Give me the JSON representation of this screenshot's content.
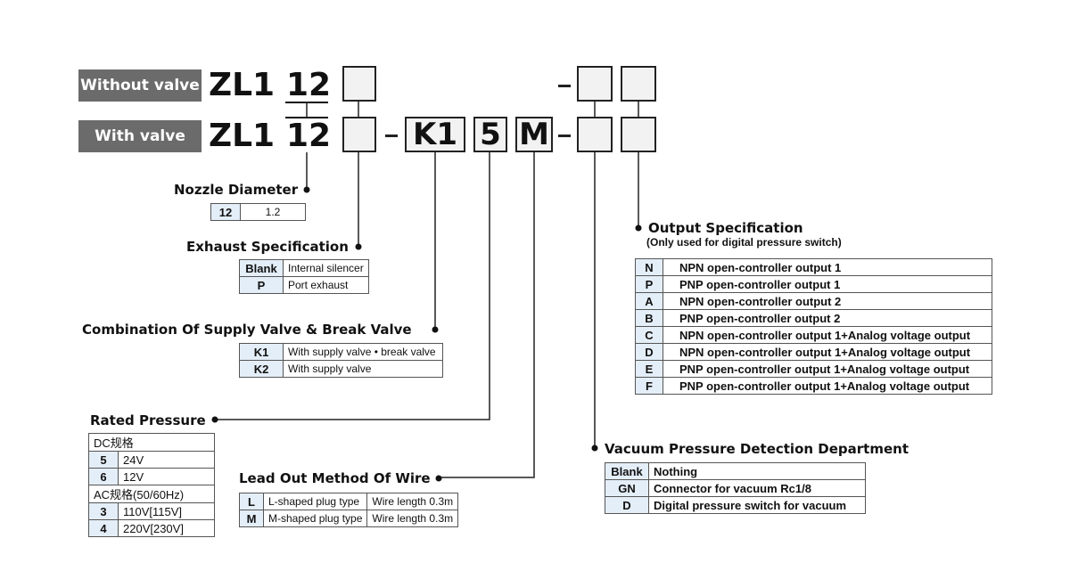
{
  "rows": {
    "without_valve": {
      "tag": "Without valve",
      "model": "ZL1",
      "size": "12"
    },
    "with_valve": {
      "tag": "With valve",
      "model": "ZL1",
      "size": "12",
      "code1": "K1",
      "code2": "5",
      "code3": "M"
    }
  },
  "sections": {
    "nozzle": {
      "title": "Nozzle Diameter",
      "rows": [
        {
          "code": "12",
          "desc": "1.2"
        }
      ]
    },
    "exhaust": {
      "title": "Exhaust Specification",
      "rows": [
        {
          "code": "Blank",
          "desc": "Internal silencer"
        },
        {
          "code": "P",
          "desc": "Port exhaust"
        }
      ]
    },
    "combination": {
      "title": "Combination Of Supply Valve & Break Valve",
      "rows": [
        {
          "code": "K1",
          "desc": "With supply valve • break valve"
        },
        {
          "code": "K2",
          "desc": "With supply valve"
        }
      ]
    },
    "rated": {
      "title": "Rated Pressure",
      "dc_header": "DC规格",
      "dc_rows": [
        {
          "code": "5",
          "desc": "24V"
        },
        {
          "code": "6",
          "desc": "12V"
        }
      ],
      "ac_header": "AC规格(50/60Hz)",
      "ac_rows": [
        {
          "code": "3",
          "desc": "110V[115V]"
        },
        {
          "code": "4",
          "desc": "220V[230V]"
        }
      ]
    },
    "lead": {
      "title": "Lead Out Method Of Wire",
      "rows": [
        {
          "code": "L",
          "desc": "L-shaped plug type",
          "extra": "Wire length 0.3m"
        },
        {
          "code": "M",
          "desc": "M-shaped plug type",
          "extra": "Wire length 0.3m"
        }
      ]
    },
    "output": {
      "title": "Output Specification",
      "subtitle": "(Only used for digital pressure switch)",
      "rows": [
        {
          "code": "N",
          "desc": "NPN open-controller output 1"
        },
        {
          "code": "P",
          "desc": "PNP open-controller output 1"
        },
        {
          "code": "A",
          "desc": "NPN open-controller output 2"
        },
        {
          "code": "B",
          "desc": "PNP open-controller output 2"
        },
        {
          "code": "C",
          "desc": "NPN open-controller output 1+Analog voltage output"
        },
        {
          "code": "D",
          "desc": "NPN open-controller output 1+Analog voltage output"
        },
        {
          "code": "E",
          "desc": "PNP open-controller output 1+Analog voltage output"
        },
        {
          "code": "F",
          "desc": "PNP open-controller output 1+Analog voltage output"
        }
      ]
    },
    "vacuum": {
      "title": "Vacuum Pressure Detection Department",
      "rows": [
        {
          "code": "Blank",
          "desc": "Nothing"
        },
        {
          "code": "GN",
          "desc": "Connector for vacuum Rc1/8"
        },
        {
          "code": "D",
          "desc": "Digital pressure switch for vacuum"
        }
      ]
    }
  },
  "colors": {
    "tag_bg": "#6b6b6b",
    "code_cell_bg": "#e4eef8",
    "box_bg": "#f2f2f2"
  }
}
